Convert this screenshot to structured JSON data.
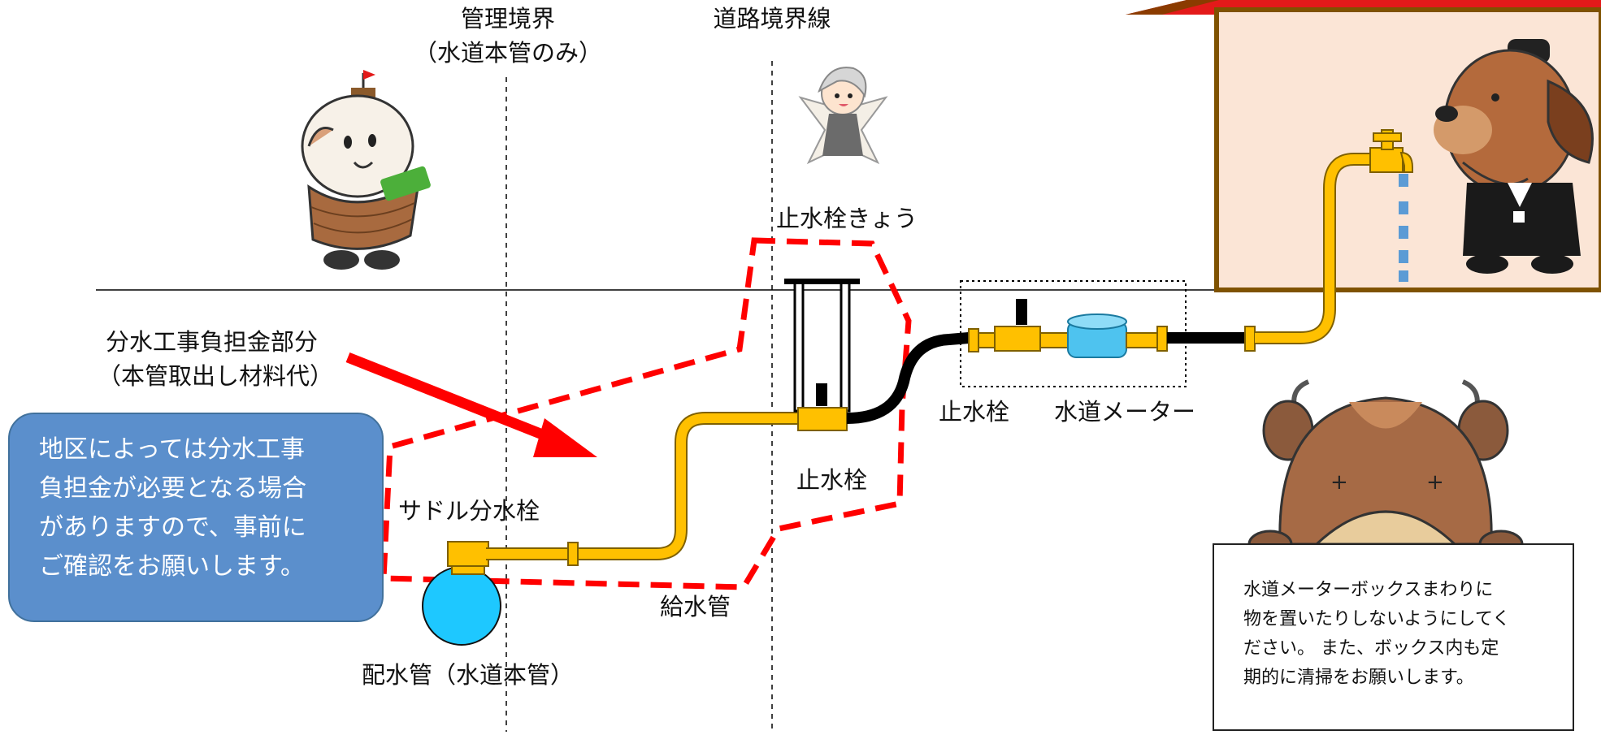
{
  "labels": {
    "management_boundary": "管理境界",
    "management_boundary_sub": "（水道本管のみ）",
    "road_boundary": "道路境界線",
    "stopcock_box": "止水栓きょう",
    "branch_cost": "分水工事負担金部分",
    "branch_cost_sub": "（本管取出し材料代）",
    "saddle_valve": "サドル分水栓",
    "stopcock_left": "止水栓",
    "stopcock_right": "止水栓",
    "water_meter": "水道メーター",
    "service_pipe": "給水管",
    "distribution_pipe": "配水管（水道本管）"
  },
  "callout": {
    "text": "地区によっては分水工事\n負担金が必要となる場合\nがありますので、事前に\nご確認をお願いします。"
  },
  "note": {
    "text": "水道メーターボックスまわりに\n物を置いたりしないようにしてく\nださい。 また、ボックス内も定\n期的に清掃をお願いします。"
  },
  "colors": {
    "pipe": "#ffc000",
    "pipe_outline": "#7f6000",
    "black_pipe": "#000000",
    "dashed_region": "#ff0000",
    "arrow": "#ff0000",
    "main_pipe": "#1ec8ff",
    "meter": "#4ec3ef",
    "callout_fill": "#5b8fcc",
    "house_wall": "#fbe5d6",
    "house_border": "#7f5200",
    "roof": "#e31a1a"
  },
  "characters": [
    "ship-mascot-character",
    "fairy-character",
    "dog-character",
    "cow-character"
  ]
}
